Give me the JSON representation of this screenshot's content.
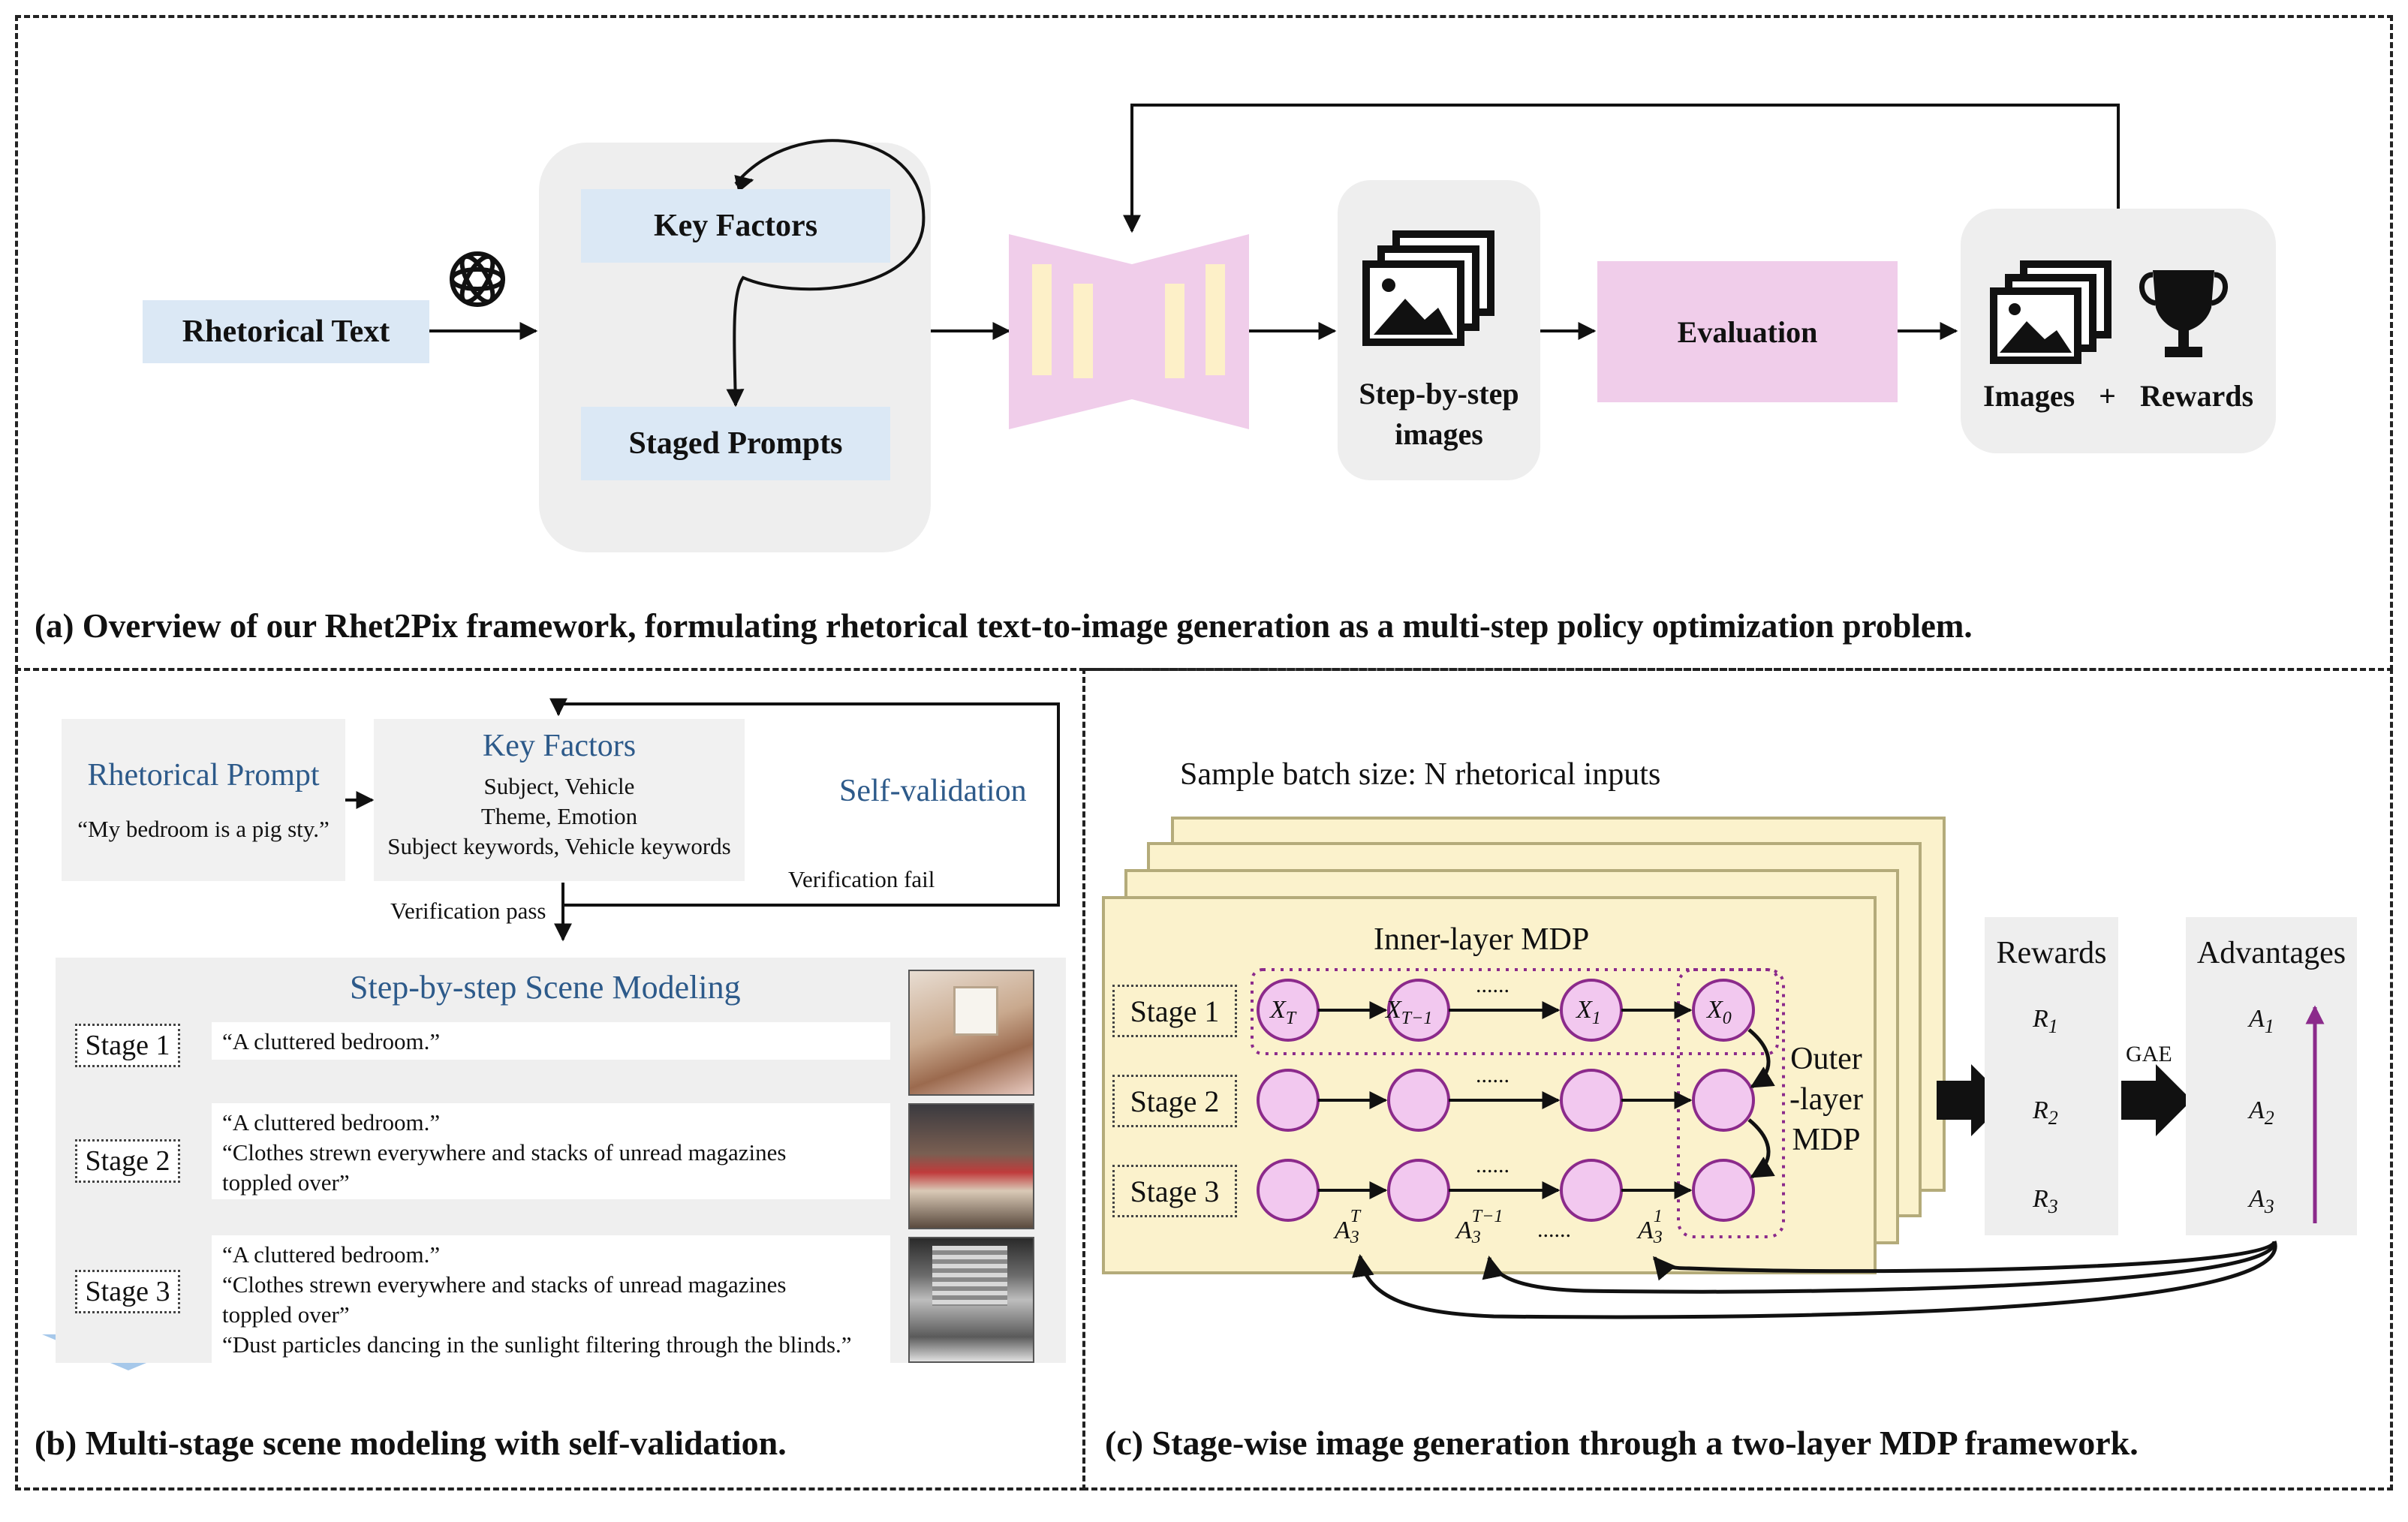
{
  "panel_a": {
    "rhetorical_text": "Rhetorical Text",
    "key_factors": "Key Factors",
    "staged_prompts": "Staged Prompts",
    "step_images_line1": "Step-by-step",
    "step_images_line2": "images",
    "evaluation": "Evaluation",
    "images": "Images",
    "plus": "+",
    "rewards": "Rewards",
    "caption": "(a) Overview of our Rhet2Pix framework, formulating rhetorical text-to-image generation as a multi-step policy optimization problem."
  },
  "panel_b": {
    "rhetorical_prompt": "Rhetorical Prompt",
    "example_prompt": "“My bedroom is a pig sty.”",
    "key_factors_title": "Key Factors",
    "key_factors_line1": "Subject, Vehicle",
    "key_factors_line2": "Theme, Emotion",
    "key_factors_line3": "Subject keywords, Vehicle keywords",
    "self_validation": "Self-validation",
    "verification_fail": "Verification fail",
    "verification_pass": "Verification pass",
    "scene_modeling_title": "Step-by-step Scene Modeling",
    "stage1": "Stage 1",
    "stage2": "Stage 2",
    "stage3": "Stage 3",
    "stage1_prompt_line1": "“A cluttered bedroom.”",
    "stage2_prompt_line1": "“A cluttered bedroom.”",
    "stage2_prompt_line2": "“Clothes strewn everywhere and stacks of unread magazines",
    "stage2_prompt_line3": "toppled over”",
    "stage3_prompt_line1": "“A cluttered bedroom.”",
    "stage3_prompt_line2": "“Clothes strewn everywhere and stacks of unread magazines",
    "stage3_prompt_line3": "toppled over”",
    "stage3_prompt_line4": "“Dust particles dancing in the sunlight filtering through the blinds.”",
    "caption": "(b) Multi-stage scene modeling with self-validation."
  },
  "panel_c": {
    "batch_label": "Sample batch size: N rhetorical inputs",
    "inner_mdp": "Inner-layer MDP",
    "stage1": "Stage 1",
    "stage2": "Stage 2",
    "stage3": "Stage 3",
    "dots": "......",
    "outer_line1": "Outer",
    "outer_line2": "-layer",
    "outer_line3": "MDP",
    "rewards_title": "Rewards",
    "advantages_title": "Advantages",
    "gae": "GAE",
    "caption": "(c) Stage-wise image generation through a two-layer MDP framework."
  },
  "colors": {
    "blue_box": "#dbe8f5",
    "pink_box": "#f0cdea",
    "yellow_card": "#fbf2cc",
    "node_fill": "#f2c8ef",
    "arrow_purple": "#8b2a8b",
    "title_blue": "#2d5a8a"
  }
}
